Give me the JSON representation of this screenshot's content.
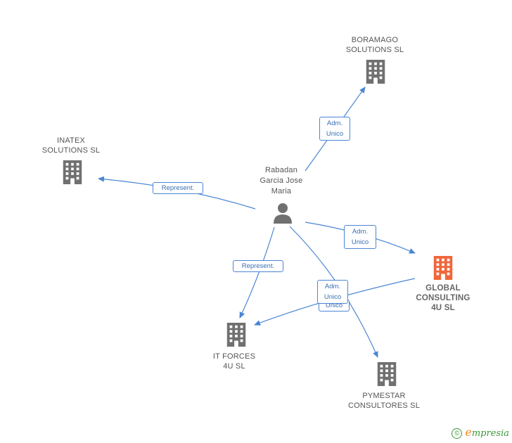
{
  "nodes": {
    "boramago": {
      "label": "BORAMAGO\nSOLUTIONS SL",
      "icon": "building-icon",
      "color": "#707070"
    },
    "inatex": {
      "label": "INATEX\nSOLUTIONS SL",
      "icon": "building-icon",
      "color": "#707070"
    },
    "person": {
      "label": "Rabadan\nGarcia Jose\nMaria",
      "icon": "person-icon",
      "color": "#707070"
    },
    "global": {
      "label": "GLOBAL\nCONSULTING\n4U SL",
      "icon": "building-icon",
      "color": "#f0663a"
    },
    "itforces": {
      "label": "IT FORCES\n4U SL",
      "icon": "building-icon",
      "color": "#707070"
    },
    "pymestar": {
      "label": "PYMESTAR\nCONSULTORES SL",
      "icon": "building-icon",
      "color": "#707070"
    }
  },
  "edges": {
    "to_boramago": "Adm.\nUnico",
    "to_inatex": "Represent.",
    "to_global": "Adm.\nUnico",
    "to_itforces": "Represent.",
    "to_pymestar": "Adm.\nUnico",
    "global_to_itforces": "Unico"
  },
  "colors": {
    "edge": "#4a86d4",
    "accent": "#f0663a",
    "brand": "#3a9a3a"
  },
  "brand": {
    "copyright": "©",
    "e": "e",
    "rest": "mpresia"
  }
}
